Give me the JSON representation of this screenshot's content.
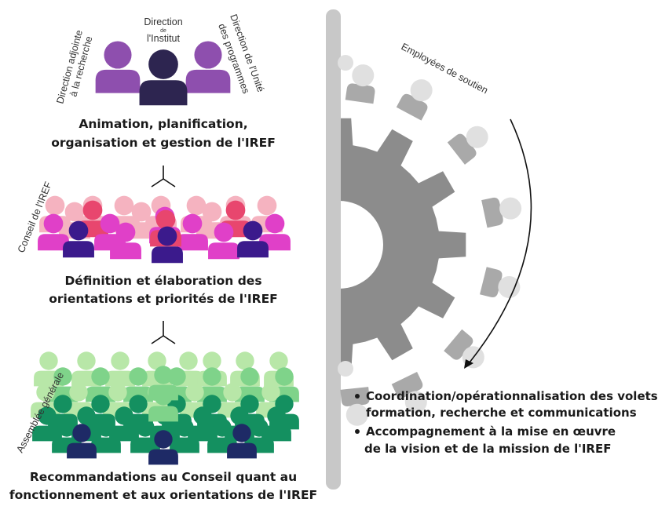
{
  "leadership": {
    "label_left_1": "Direction adjointe",
    "label_left_2": "à la recherche",
    "label_center_1": "Direction",
    "label_center_2": "de",
    "label_center_3": "l'Institut",
    "label_right_1": "Direction de l'Unité",
    "label_right_2": "des programmes",
    "caption_1": "Animation, planification,",
    "caption_2": "organisation et gestion de l'IREF",
    "colors": {
      "side": "#8e4fae",
      "center": "#2d2550"
    }
  },
  "council": {
    "label": "Conseil de l'IREF",
    "caption_1": "Définition et élaboration des",
    "caption_2": "orientations et priorités de l'IREF",
    "colors": {
      "magenta": "#e040c8",
      "pink": "#f5b3c0",
      "red": "#e8466e",
      "indigo": "#3b1a8c"
    }
  },
  "assembly": {
    "label": "Assemblée générale",
    "caption_1": "Recommandations au Conseil quant au",
    "caption_2": "fonctionnement et aux orientations de l'IREF",
    "colors": {
      "dark": "#149060",
      "light": "#b8e7a8",
      "mid": "#7fd38a",
      "navy": "#1e2a66"
    }
  },
  "support": {
    "label": "Employées de soutien",
    "bullet_1a": "Coordination/opérationnalisation des volets",
    "bullet_1b": "formation, recherche et communications",
    "bullet_2a": "Accompagnement à la mise en œuvre",
    "bullet_2b": "de la vision et de la mission de l'IREF",
    "colors": {
      "gear": "#8c8c8c",
      "bar": "#c8c8c8",
      "person": "#a9a9a9",
      "head": "#e0e0e0"
    }
  }
}
